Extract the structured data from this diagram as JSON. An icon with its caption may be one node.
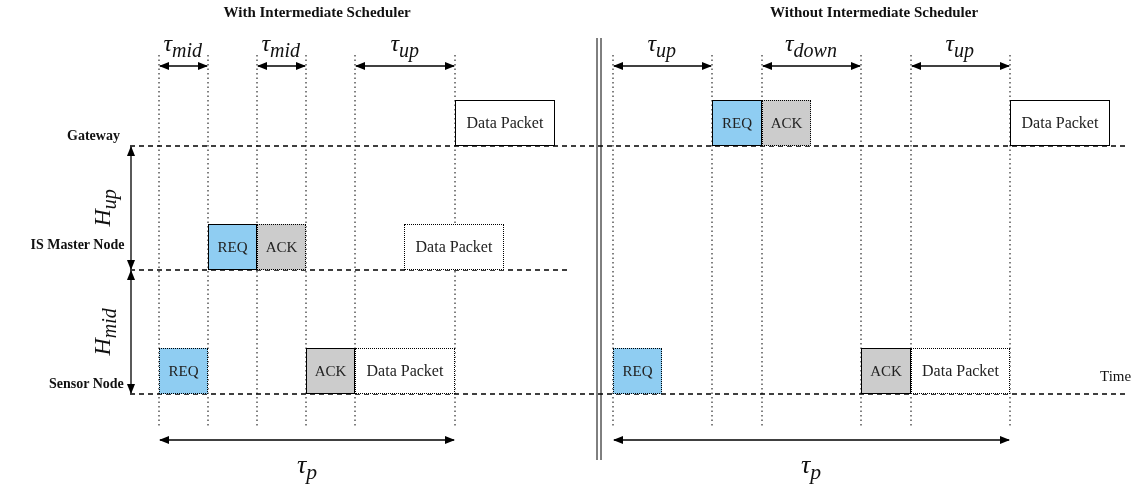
{
  "diagram": {
    "nodes": [
      {
        "text": [
          "Data Packet"
        ]
      },
      {
        "text": [
          "REQ"
        ]
      },
      {
        "text": [
          "ACK"
        ]
      },
      {
        "text": [
          "Data Packet"
        ]
      },
      {
        "text": [
          "REQ"
        ]
      },
      {
        "text": [
          "ACK"
        ]
      },
      {
        "text": [
          "Data Packet"
        ]
      },
      {
        "text": [
          "REQ"
        ]
      },
      {
        "text": [
          "ACK"
        ]
      },
      {
        "text": [
          "Data Packet"
        ]
      },
      {
        "text": [
          "REQ"
        ]
      },
      {
        "text": [
          "ACK"
        ]
      },
      {
        "text": [
          "Data Packet"
        ]
      }
    ],
    "labels": [
      "With Intermediate Scheduler",
      "Without Intermediate Scheduler",
      "τ$_{mid}$",
      "τ$_{mid}$",
      "τ$_{up}$",
      "τ$_{up}$",
      "τ$_{down}$",
      "τ$_{up}$",
      "Gateway",
      "H$_{up}$",
      "IS Master Node",
      "H$_{mid}$",
      "Time",
      "Sensor Node",
      "τ$_{p}$",
      "τ$_{p}$"
    ]
  }
}
